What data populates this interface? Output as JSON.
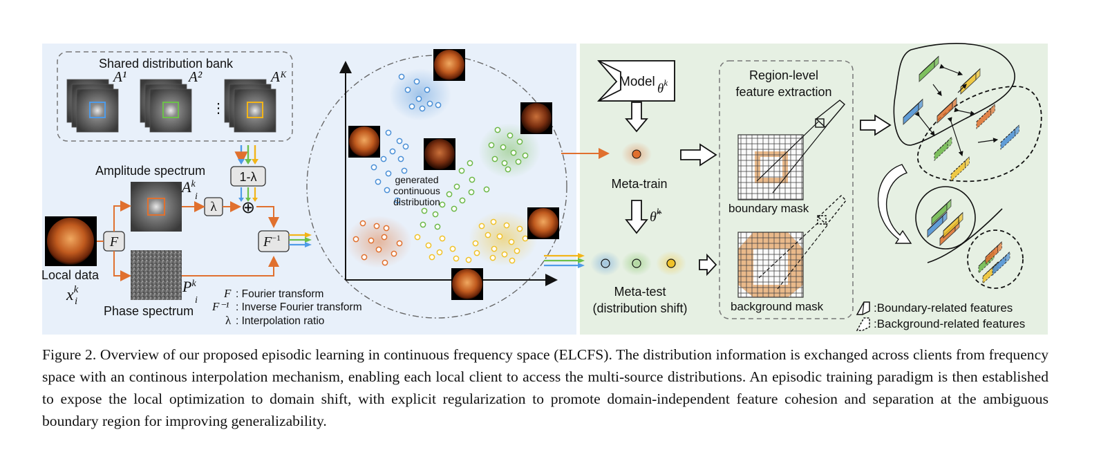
{
  "figure": {
    "bank": {
      "title": "Shared distribution bank",
      "a1": "A¹",
      "a2": "A²",
      "aK": "Aᴷ",
      "dots": "⋮",
      "colors": [
        "#4f9be8",
        "#6cc04a",
        "#f2b418"
      ]
    },
    "amplitude": {
      "label": "Amplitude spectrum",
      "symbol": "A",
      "sup": "k",
      "sub": "i"
    },
    "phase": {
      "label": "Phase spectrum",
      "symbol": "P",
      "sup": "k",
      "sub": "i"
    },
    "local": {
      "label": "Local data",
      "symbol": "x",
      "sup": "k",
      "sub": "i"
    },
    "ops": {
      "fourier": "F",
      "inverse": "F",
      "inverse_sup": "−1",
      "lambda": "λ",
      "one_minus_lambda": "1-λ",
      "plus": "⊕"
    },
    "legend_left": [
      {
        "sym": "F",
        "text": ": Fourier transform"
      },
      {
        "sym": "F⁻¹",
        "text": ": Inverse Fourier transform"
      },
      {
        "sym": "λ",
        "text": ": Interpolation ratio"
      }
    ],
    "scatter": {
      "label_line1": "generated",
      "label_line2": "continuous",
      "label_line3": "distribution"
    },
    "model": {
      "label": "Model",
      "sub": "θ",
      "sub_sup": "k"
    },
    "meta_train": {
      "label": "Meta-train"
    },
    "theta_hat": {
      "symbol": "θ̂",
      "sup": "k"
    },
    "meta_test": {
      "label_line1": "Meta-test",
      "label_line2": "(distribution shift)"
    },
    "region": {
      "title_line1": "Region-level",
      "title_line2": "feature extraction",
      "boundary": "boundary mask",
      "background": "background mask"
    },
    "legend_right": [
      {
        "text": ":Boundary-related features"
      },
      {
        "text": ":Background-related features"
      }
    ],
    "colors": {
      "orange": "#e0702e",
      "blue": "#4a8fd6",
      "green": "#6db848",
      "yellow": "#f0c22a",
      "left_panel": "#e8f0fa",
      "right_panel": "#e6f0e3"
    }
  },
  "caption": "Figure 2. Overview of our proposed episodic learning in continuous frequency space (ELCFS). The distribution information is exchanged across clients from frequency space with an continous interpolation mechanism, enabling each local client to access the multi-source distributions. An episodic training paradigm is then established to expose the local optimization to domain shift, with explicit regularization to promote domain-independent feature cohesion and separation at the ambiguous boundary region for improving generalizability."
}
